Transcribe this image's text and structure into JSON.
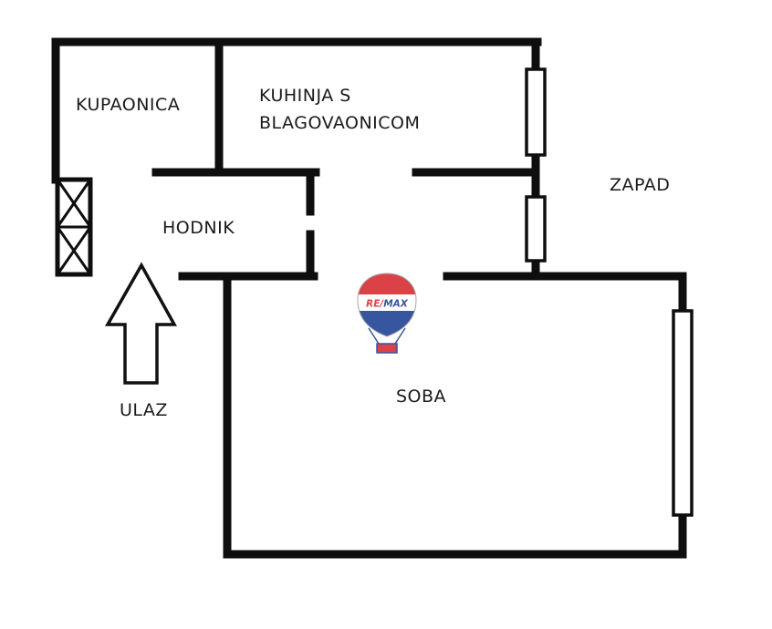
{
  "rooms": {
    "bathroom": {
      "label": "KUPAONICA"
    },
    "kitchen": {
      "label_line1": "KUHINJA S",
      "label_line2": "BLAGOVAONICOM"
    },
    "hallway": {
      "label": "HODNIK"
    },
    "living_room": {
      "label": "SOBA"
    }
  },
  "annotations": {
    "orientation_west": {
      "label": "ZAPAD"
    },
    "entrance": {
      "label": "ULAZ"
    }
  },
  "logo": {
    "brand": "RE/MAX",
    "re": "RE",
    "slash": "/",
    "max": "MAX",
    "colors": {
      "red": "#d7282f",
      "blue": "#1c3f94",
      "white": "#ffffff"
    }
  },
  "colors": {
    "wall": "#0e0e0e",
    "background": "#ffffff"
  }
}
